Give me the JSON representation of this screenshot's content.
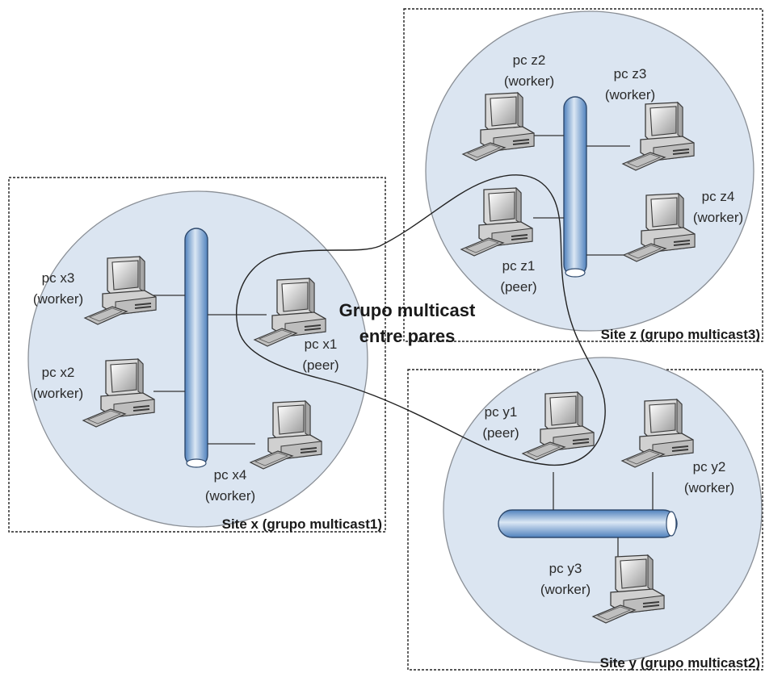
{
  "colors": {
    "circle_fill": "#dbe5f1",
    "circle_stroke": "#8a8f96",
    "bus_dark": "#4f81bd",
    "bus_light": "#dbe7f4",
    "line": "#333333"
  },
  "group_label": {
    "line1": "Grupo multicast",
    "line2": "entre pares"
  },
  "sites": {
    "x": {
      "label": "Site x (grupo multicast1)",
      "pcs": [
        {
          "name": "pc x3",
          "role": "(worker)"
        },
        {
          "name": "pc x2",
          "role": "(worker)"
        },
        {
          "name": "pc x4",
          "role": "(worker)"
        },
        {
          "name": "pc x1",
          "role": "(peer)"
        }
      ]
    },
    "z": {
      "label": "Site z (grupo multicast3)",
      "pcs": [
        {
          "name": "pc z2",
          "role": "(worker)"
        },
        {
          "name": "pc z3",
          "role": "(worker)"
        },
        {
          "name": "pc z4",
          "role": "(worker)"
        },
        {
          "name": "pc z1",
          "role": "(peer)"
        }
      ]
    },
    "y": {
      "label": "Site y (grupo multicast2)",
      "pcs": [
        {
          "name": "pc y1",
          "role": "(peer)"
        },
        {
          "name": "pc y2",
          "role": "(worker)"
        },
        {
          "name": "pc y3",
          "role": "(worker)"
        }
      ]
    }
  },
  "icons": {
    "computer": "computer-icon",
    "bus": "network-bus-icon"
  }
}
